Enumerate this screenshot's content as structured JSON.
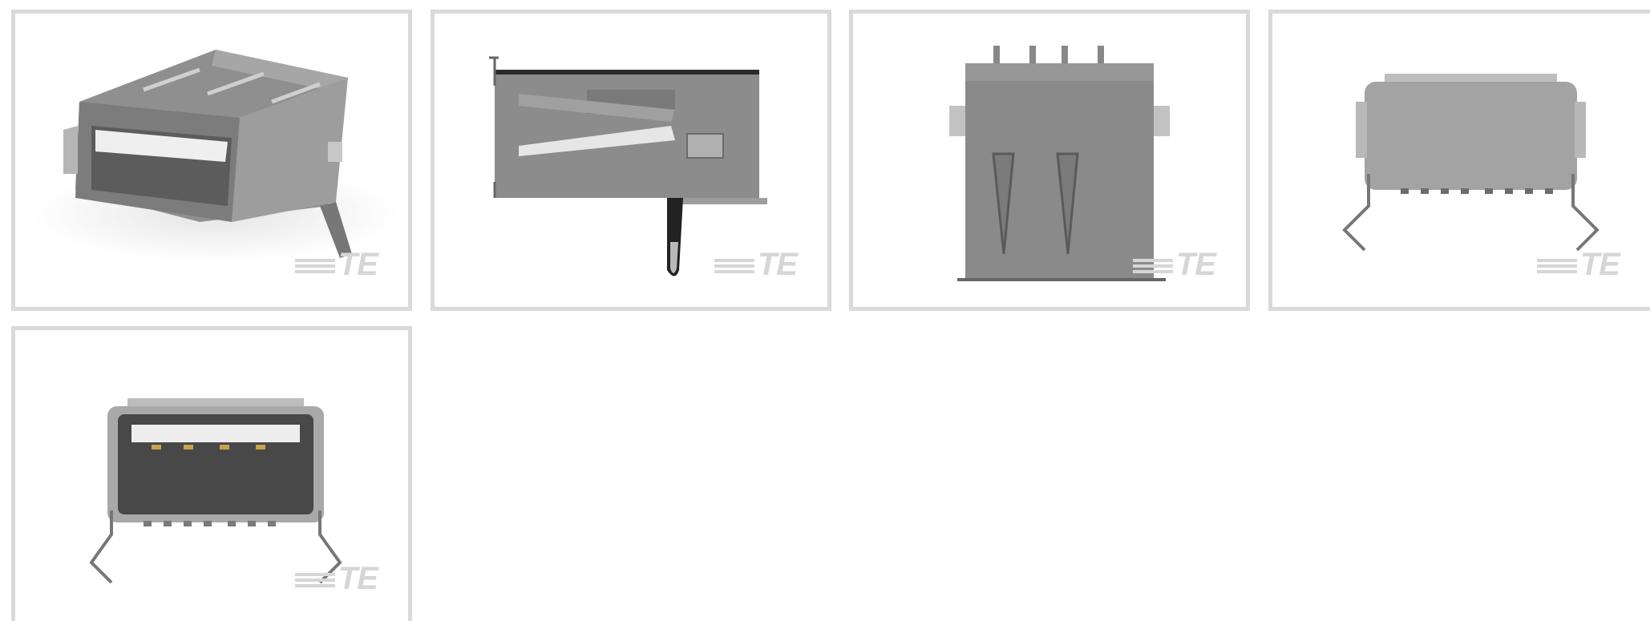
{
  "gallery": {
    "watermark_text": "TE",
    "thumbnails": [
      {
        "view": "isometric",
        "icon": "usb-a-receptacle-isometric-icon"
      },
      {
        "view": "side",
        "icon": "usb-a-receptacle-side-icon"
      },
      {
        "view": "top",
        "icon": "usb-a-receptacle-top-icon"
      },
      {
        "view": "rear",
        "icon": "usb-a-receptacle-rear-icon"
      },
      {
        "view": "front",
        "icon": "usb-a-receptacle-front-icon"
      }
    ]
  },
  "colors": {
    "border": "#d9d9d9",
    "metal": "#9a9a9a",
    "watermark": "#d6d6d6"
  }
}
